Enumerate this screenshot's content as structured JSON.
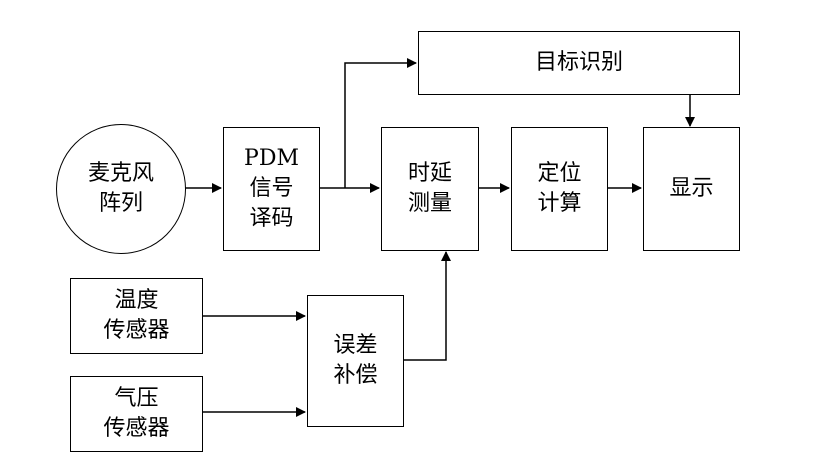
{
  "nodes": {
    "mic_array": {
      "lines": [
        "麦克风",
        "阵列"
      ]
    },
    "pdm_decode": {
      "lines": [
        "PDM",
        "信号",
        "译码"
      ]
    },
    "target_recognition": {
      "lines": [
        "目标识别"
      ]
    },
    "delay_measure": {
      "lines": [
        "时延",
        "测量"
      ]
    },
    "position_calc": {
      "lines": [
        "定位",
        "计算"
      ]
    },
    "display": {
      "lines": [
        "显示"
      ]
    },
    "temp_sensor": {
      "lines": [
        "温度",
        "传感器"
      ]
    },
    "pressure_sensor": {
      "lines": [
        "气压",
        "传感器"
      ]
    },
    "error_comp": {
      "lines": [
        "误差",
        "补偿"
      ]
    }
  }
}
